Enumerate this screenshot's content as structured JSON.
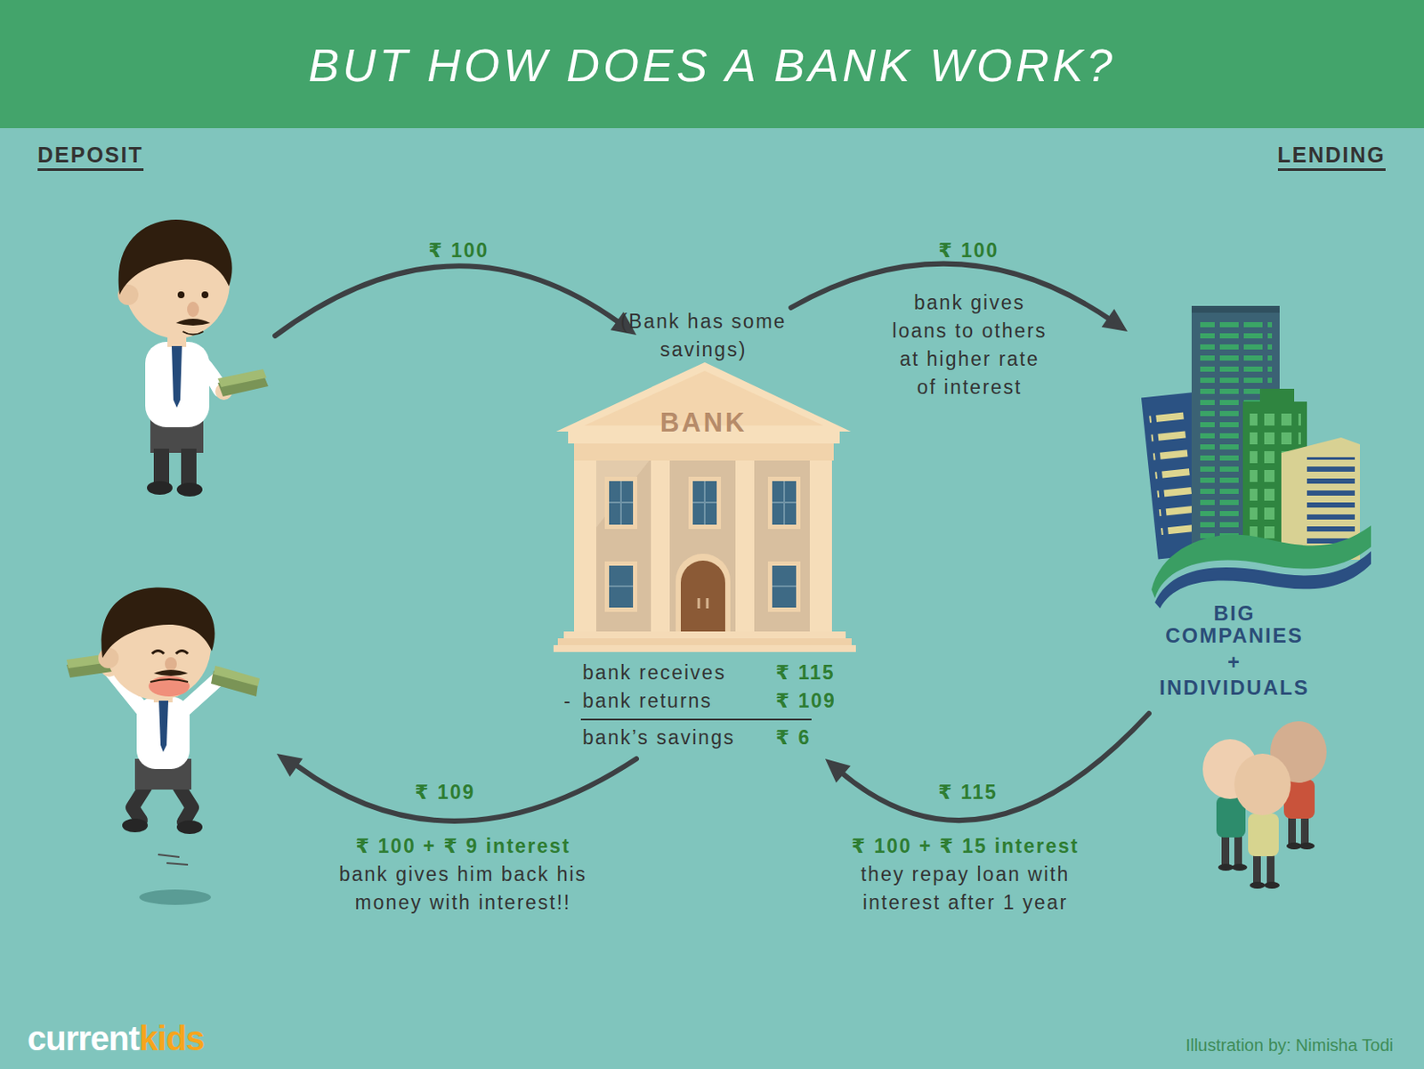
{
  "diagram": {
    "title": "BUT HOW DOES A BANK WORK?",
    "nodes": [
      {
        "text": [
          "(Bank has some savings)",
          "BANK"
        ]
      },
      {
        "text": [
          "BIG COMPANIES",
          "+",
          "INDIVIDUALS"
        ]
      }
    ],
    "edges": [
      {
        "from": 0,
        "to": 1,
        "arrow": "to",
        "label": "₹ 100"
      },
      {
        "from": 1,
        "to": 0,
        "arrow": "to",
        "label": "₹ 115"
      }
    ],
    "labels": [
      "DEPOSIT",
      "LENDING",
      "₹ 100",
      "bank gives loans to others at higher rate of interest",
      "bank receives",
      "₹ 115",
      "-",
      "bank returns",
      "₹ 109",
      "bank’s savings",
      "₹ 6",
      "₹ 109",
      "₹ 100 + ₹ 9 interest",
      "bank gives him back his money with interest!!",
      "₹ 100 + ₹ 15 interest",
      "they repay loan with interest after 1 year",
      "current",
      "kids",
      "Illustration by: Nimisha Todi"
    ]
  }
}
